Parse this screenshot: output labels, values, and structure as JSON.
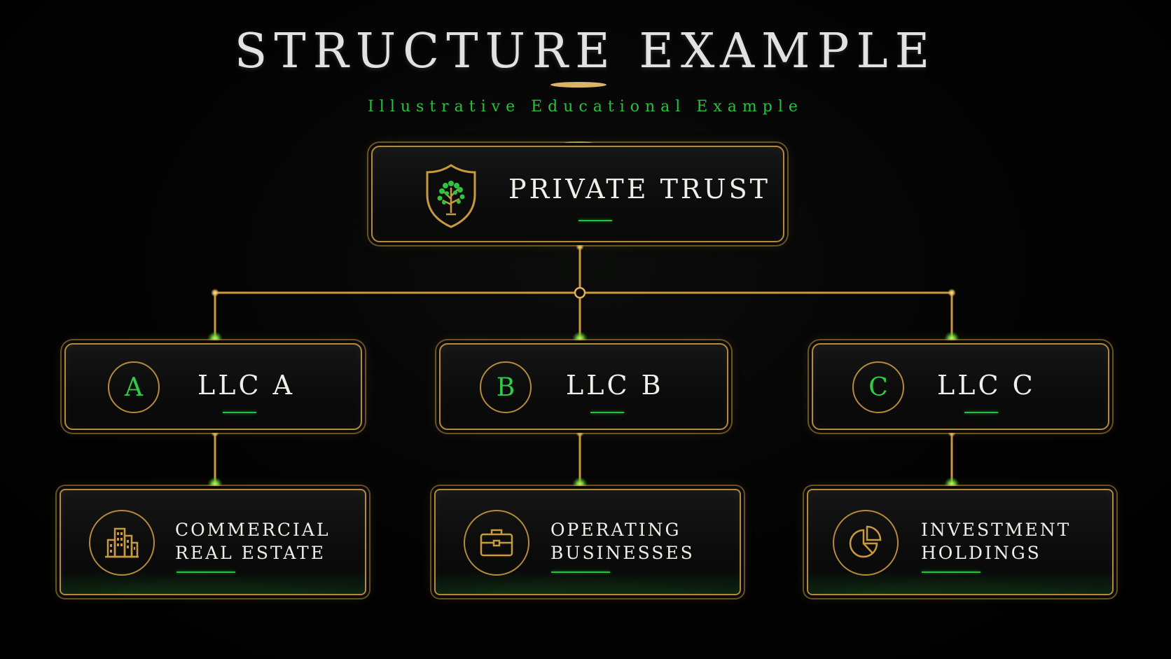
{
  "header": {
    "title": "STRUCTURE EXAMPLE",
    "subtitle": "Illustrative Educational Example"
  },
  "colors": {
    "gold": "#b58a3a",
    "green_accent": "#27c33a",
    "text": "#f1efe9",
    "background": "#000000"
  },
  "root": {
    "label": "PRIVATE TRUST",
    "icon": "shield-tree-icon"
  },
  "llcs": [
    {
      "letter": "A",
      "label": "LLC A"
    },
    {
      "letter": "B",
      "label": "LLC B"
    },
    {
      "letter": "C",
      "label": "LLC C"
    }
  ],
  "holdings": [
    {
      "line1": "COMMERCIAL",
      "line2": "REAL ESTATE",
      "icon": "buildings-icon"
    },
    {
      "line1": "OPERATING",
      "line2": "BUSINESSES",
      "icon": "briefcase-icon"
    },
    {
      "line1": "INVESTMENT",
      "line2": "HOLDINGS",
      "icon": "pie-chart-icon"
    }
  ]
}
